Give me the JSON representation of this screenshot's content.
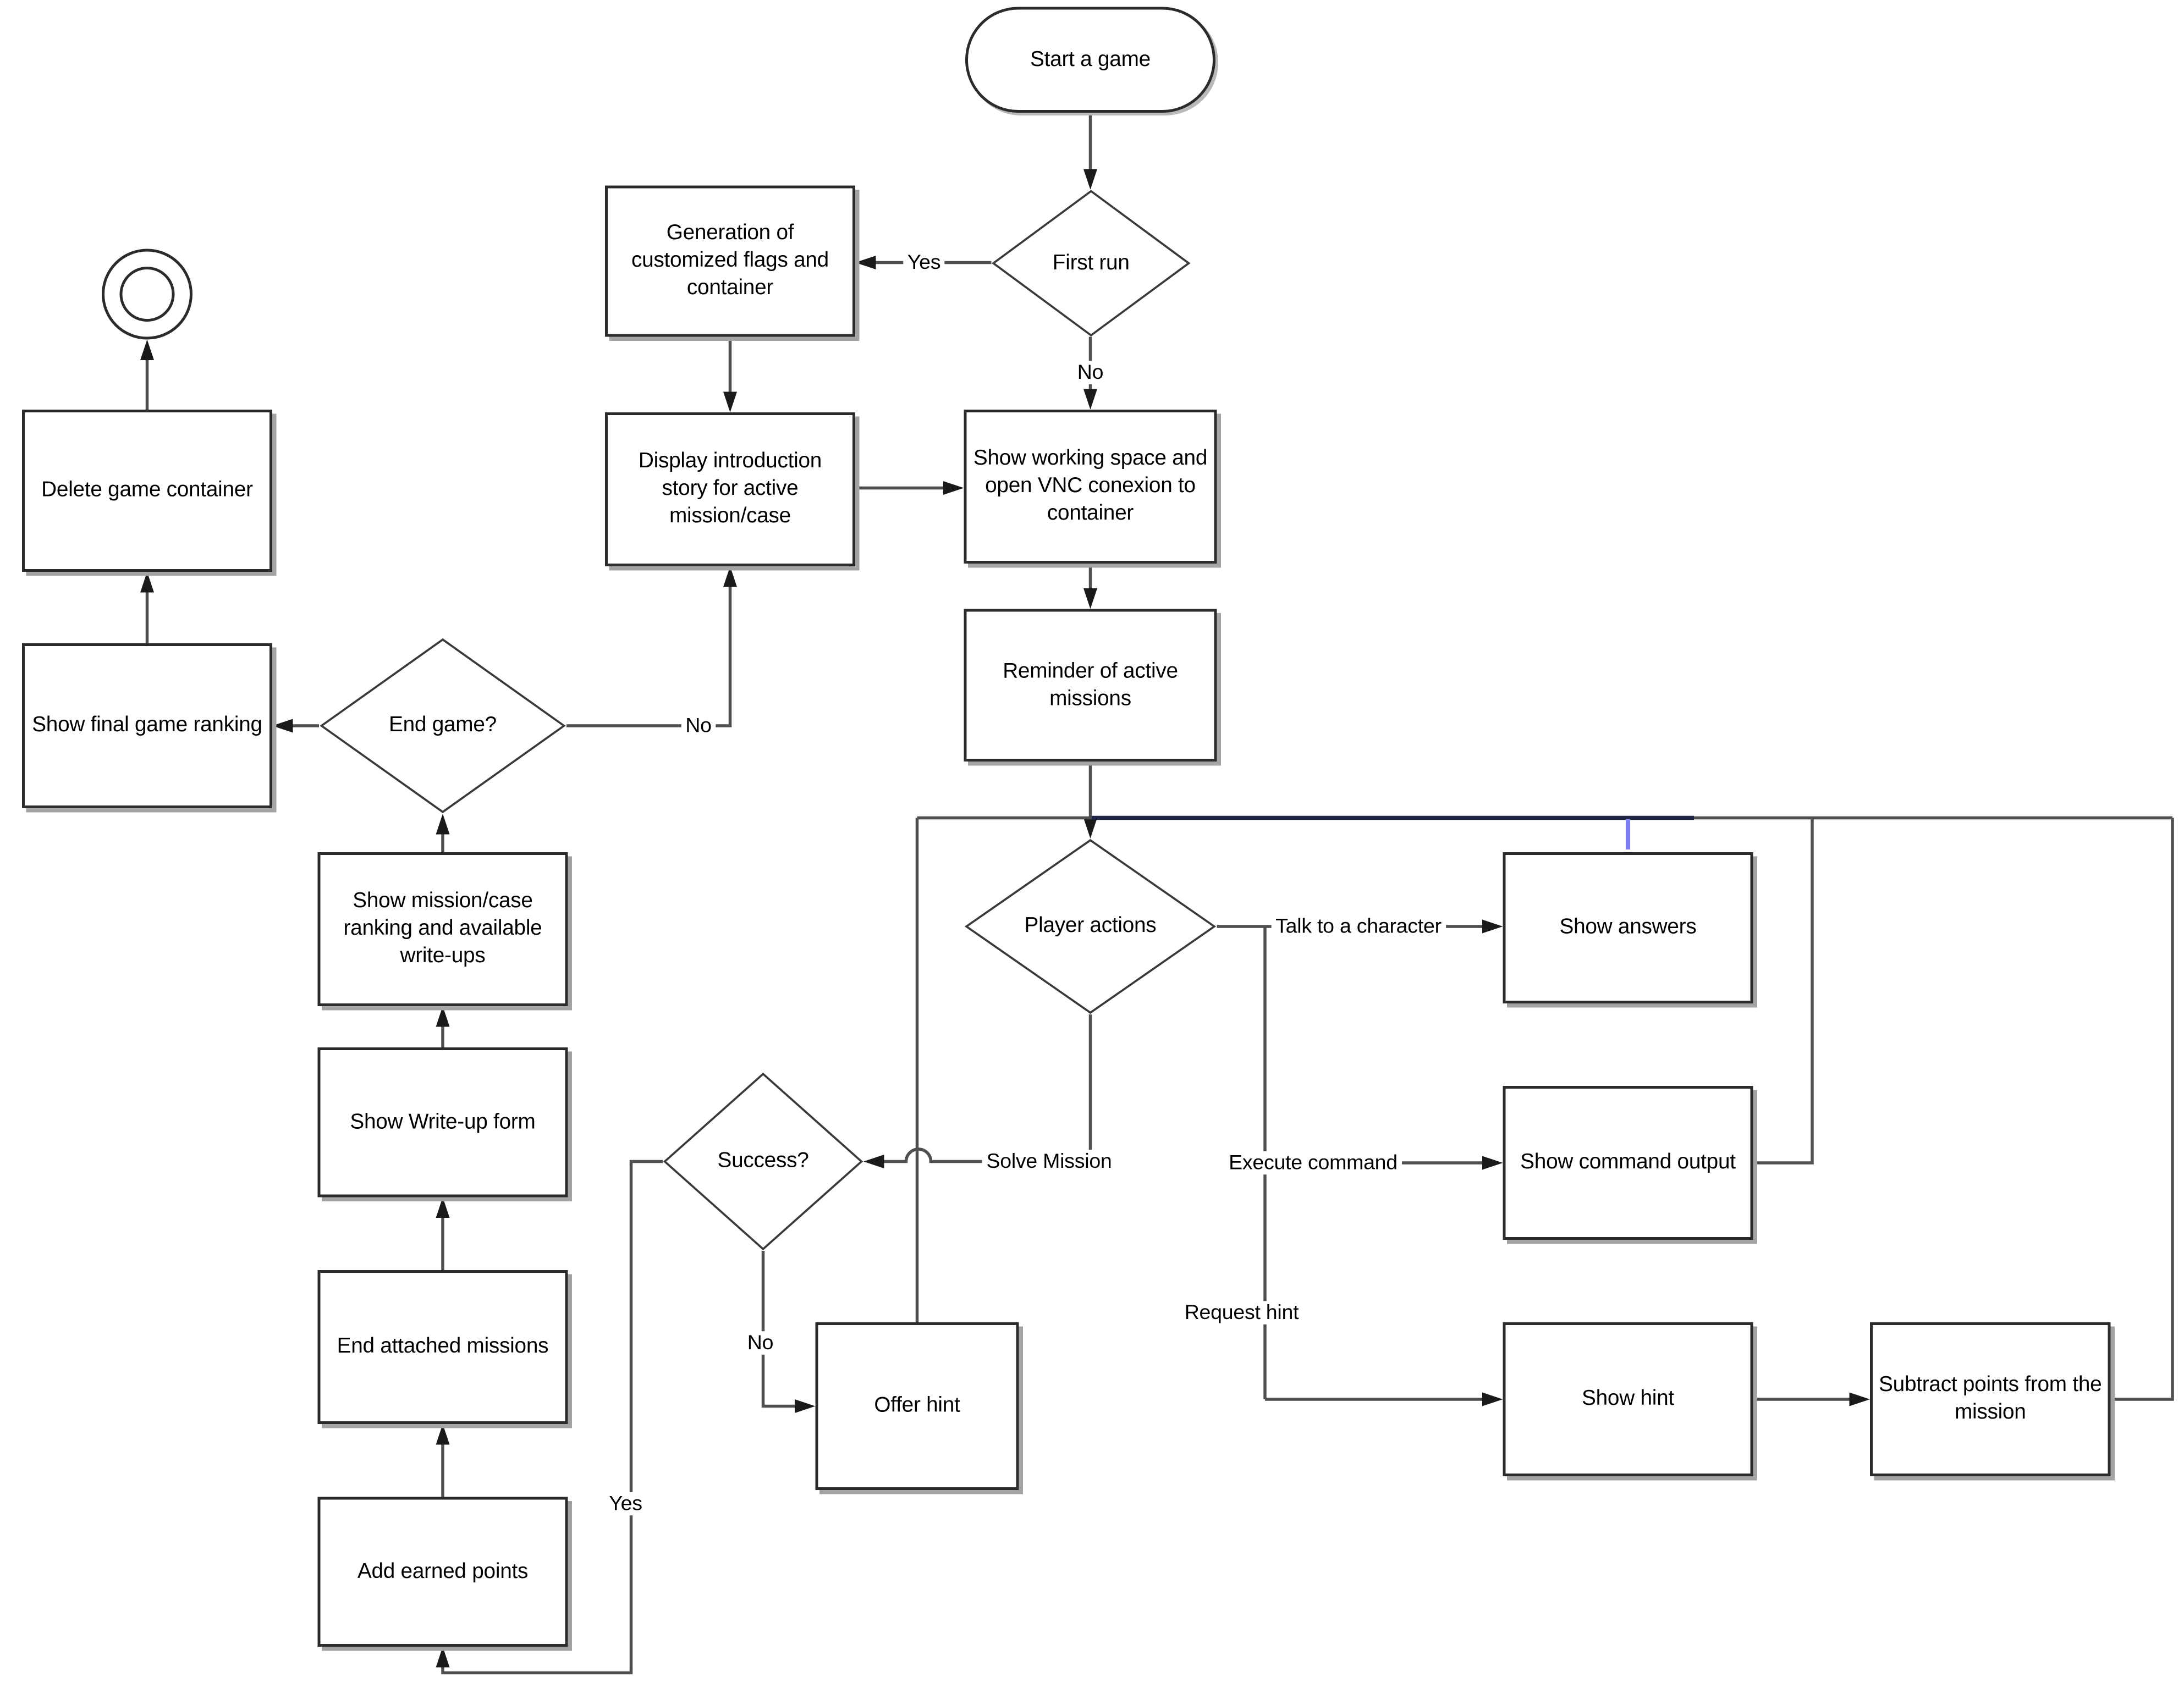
{
  "diagram": {
    "type": "flowchart",
    "description": "Game flow diagram: starting a game, first-run container generation, player actions loop and end-game sequence"
  },
  "colors": {
    "background": "#ffffff",
    "node_fill": "#ffffff",
    "node_border": "#2b2b2b",
    "node_shadow": "#a3a3a3",
    "connector_line": "#4f4f4f",
    "arrowhead": "#1a1a1a",
    "loop_highlight_navy": "#1f2547",
    "selected_connector_blue": "#7d7df2",
    "text": "#000000"
  },
  "nodes": {
    "start": {
      "label": "Start a game",
      "shape": "terminator"
    },
    "first_run": {
      "label": "First run",
      "shape": "decision"
    },
    "generation_flags": {
      "label": "Generation of customized flags and container",
      "shape": "process"
    },
    "display_intro": {
      "label": "Display introduction story for active mission/case",
      "shape": "process"
    },
    "show_working_space": {
      "label": "Show working space and open VNC conexion to container",
      "shape": "process"
    },
    "reminder_missions": {
      "label": "Reminder of active missions",
      "shape": "process"
    },
    "player_actions": {
      "label": "Player actions",
      "shape": "decision"
    },
    "show_answers": {
      "label": "Show answers",
      "shape": "process"
    },
    "show_command_output": {
      "label": "Show command output",
      "shape": "process"
    },
    "show_hint": {
      "label": "Show hint",
      "shape": "process"
    },
    "subtract_points": {
      "label": "Subtract points from the mission",
      "shape": "process"
    },
    "success": {
      "label": "Success?",
      "shape": "decision"
    },
    "offer_hint": {
      "label": "Offer hint",
      "shape": "process"
    },
    "add_earned_points": {
      "label": "Add earned points",
      "shape": "process"
    },
    "end_attached_missions": {
      "label": "End attached missions",
      "shape": "process"
    },
    "show_writeup_form": {
      "label": "Show Write-up form",
      "shape": "process"
    },
    "show_mission_ranking": {
      "label": "Show mission/case ranking and available write-ups",
      "shape": "process"
    },
    "end_game": {
      "label": "End game?",
      "shape": "decision"
    },
    "show_final_ranking": {
      "label": "Show final game ranking",
      "shape": "process"
    },
    "delete_container": {
      "label": "Delete game container",
      "shape": "process"
    },
    "end": {
      "label": "",
      "shape": "end-circle"
    }
  },
  "edge_labels": {
    "first_run_yes": "Yes",
    "first_run_no": "No",
    "end_game_no": "No",
    "talk_to_character": "Talk to a character",
    "execute_command": "Execute command",
    "request_hint": "Request hint",
    "solve_mission": "Solve Mission",
    "success_no": "No",
    "success_yes": "Yes"
  }
}
